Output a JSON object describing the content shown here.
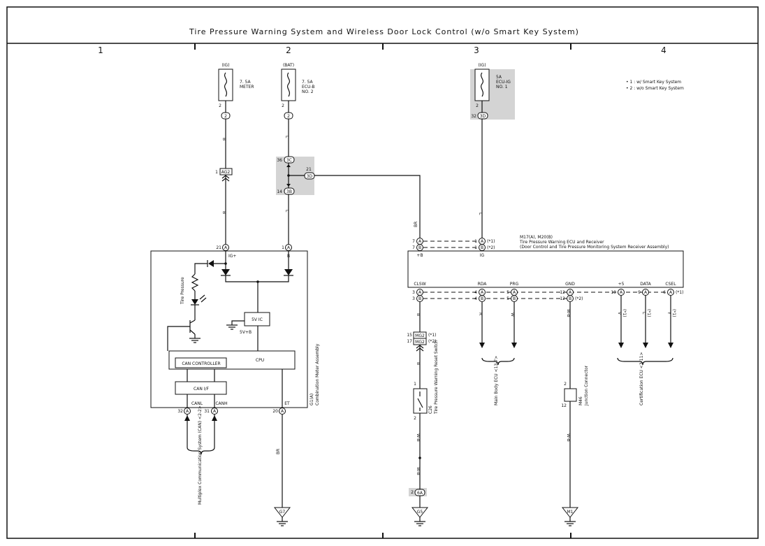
{
  "title": "Tire Pressure Warning System and Wireless Door Lock Control (w/o Smart Key System)",
  "columns": [
    "1",
    "2",
    "3",
    "4"
  ],
  "legend": [
    "• 1 : w/ Smart Key System",
    "• 2 : w/o Smart Key System"
  ],
  "fuses": [
    {
      "source": "(IG)",
      "rating": "7. 5A",
      "name": "METER",
      "pin": "2",
      "conn": "2"
    },
    {
      "source": "(BAT)",
      "rating": "7. 5A",
      "name": "ECU-B",
      "name2": "NO. 2",
      "pin": "2",
      "conn": "2"
    },
    {
      "source": "(IG)",
      "rating": "5A",
      "name": "ECU-IG",
      "name2": "NO. 1",
      "pin": "2",
      "pin2": "32",
      "conn": "3D"
    }
  ],
  "junction": {
    "pin_top": "36",
    "conn_top": "3C",
    "pin_side": "21",
    "conn_side": "3D",
    "pin_bot": "14",
    "conn_bot": "3B"
  },
  "ag2": {
    "pin": "1",
    "label": "AG2"
  },
  "wire_colors": {
    "meter": "B",
    "ecub": "L",
    "br": "BR",
    "ig": "L",
    "clsw": "B",
    "rda": "R",
    "prg": "W",
    "gnd": "W-B",
    "p5": "V",
    "data": "L",
    "csel": "Y",
    "wb": "W-B",
    "et": "BR"
  },
  "meter": {
    "name": "G1(A)",
    "desc": "Combination Meter Assembly",
    "pin_ig": "21",
    "pin_b": "1",
    "label_ig": "IG+",
    "label_b": "B",
    "tire_label": "Tire Pressure",
    "ic": "5V IC",
    "vb": "5V+B",
    "cpu": "CPU",
    "can_ctrl": "CAN CONTROLLER",
    "can_if": "CAN I/F",
    "canl": "CANL",
    "canh": "CANH",
    "et": "ET",
    "pin_canl": "32",
    "pin_canh": "31",
    "pin_et": "20"
  },
  "ecu": {
    "name": "M17(A), M20(B)",
    "desc1": "Tire Pressure Warning ECU and Receiver",
    "desc2": "(Door Control and Tire Pressure Monitoring System Receiver Assembly)",
    "top_pins": [
      {
        "left": "7",
        "conn": "A",
        "right": "1",
        "conn2": "A",
        "note": "(*1)"
      },
      {
        "left": "7",
        "conn": "B",
        "right": "1",
        "conn2": "B",
        "note": "(*2)"
      }
    ],
    "lbl_b": "+B",
    "lbl_ig": "IG",
    "bottom_labels": [
      "CLSW",
      "RDA",
      "PRG",
      "GND",
      "+5",
      "DATA",
      "CSEL"
    ],
    "row_a_pins": [
      "3",
      "4",
      "5",
      "12",
      "10",
      "9",
      "6"
    ],
    "row_b_pins": [
      "3",
      "4",
      "5",
      "12"
    ],
    "note_a": "(*1)",
    "note_b": "(*2)"
  },
  "mg2": [
    {
      "pin": "15",
      "label": "MG2",
      "note": "(*1)"
    },
    {
      "pin": "17",
      "label": "MG2",
      "note": "(*2)"
    }
  ],
  "switch": {
    "pin_top": "1",
    "pin_bot": "2",
    "name": "C26",
    "desc": "Tire Pressure Warning Reset Switch"
  },
  "m46": {
    "pin_top": "2",
    "pin_bot": "12",
    "name": "M46",
    "desc": "Junction Connector"
  },
  "six_a": {
    "pin": "2",
    "label": "6A"
  },
  "grounds": [
    "G7",
    "G5",
    "M1"
  ],
  "refs": {
    "multiplex": "Multiplex Communication System (CAN) <2-2>",
    "main_body": "Main Body ECU <13-7>",
    "cert": "Certification ECU <3-11>",
    "star1": "(*1)"
  }
}
